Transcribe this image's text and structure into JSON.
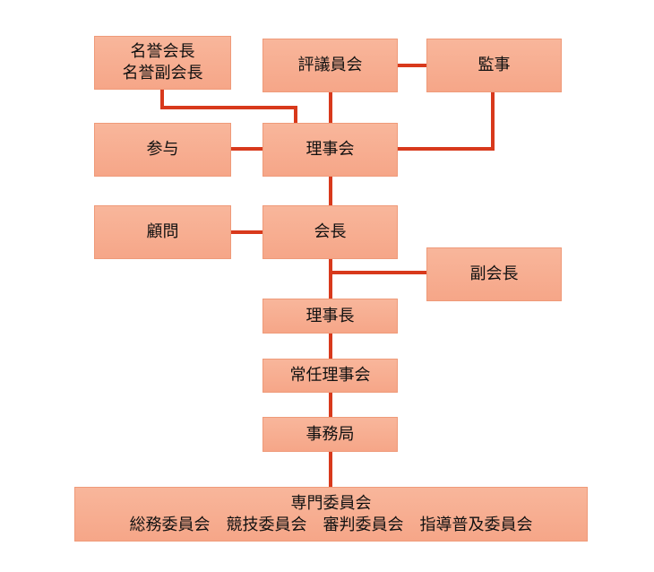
{
  "diagram": {
    "honorary": [
      "名誉会長",
      "名誉副会長"
    ],
    "council": "評議員会",
    "auditor": "監事",
    "counselor": "参与",
    "board": "理事会",
    "advisor": "顧問",
    "president": "会長",
    "vice_president": "副会長",
    "chairman": "理事長",
    "executive_board": "常任理事会",
    "secretariat": "事務局",
    "committees": {
      "title": "専門委員会",
      "items": [
        "総務委員会",
        "競技委員会",
        "審判委員会",
        "指導普及委員会"
      ]
    },
    "colors": {
      "box_fill": "#f7ab8e",
      "box_border": "#ef9a79",
      "connector": "#d8391c"
    }
  }
}
